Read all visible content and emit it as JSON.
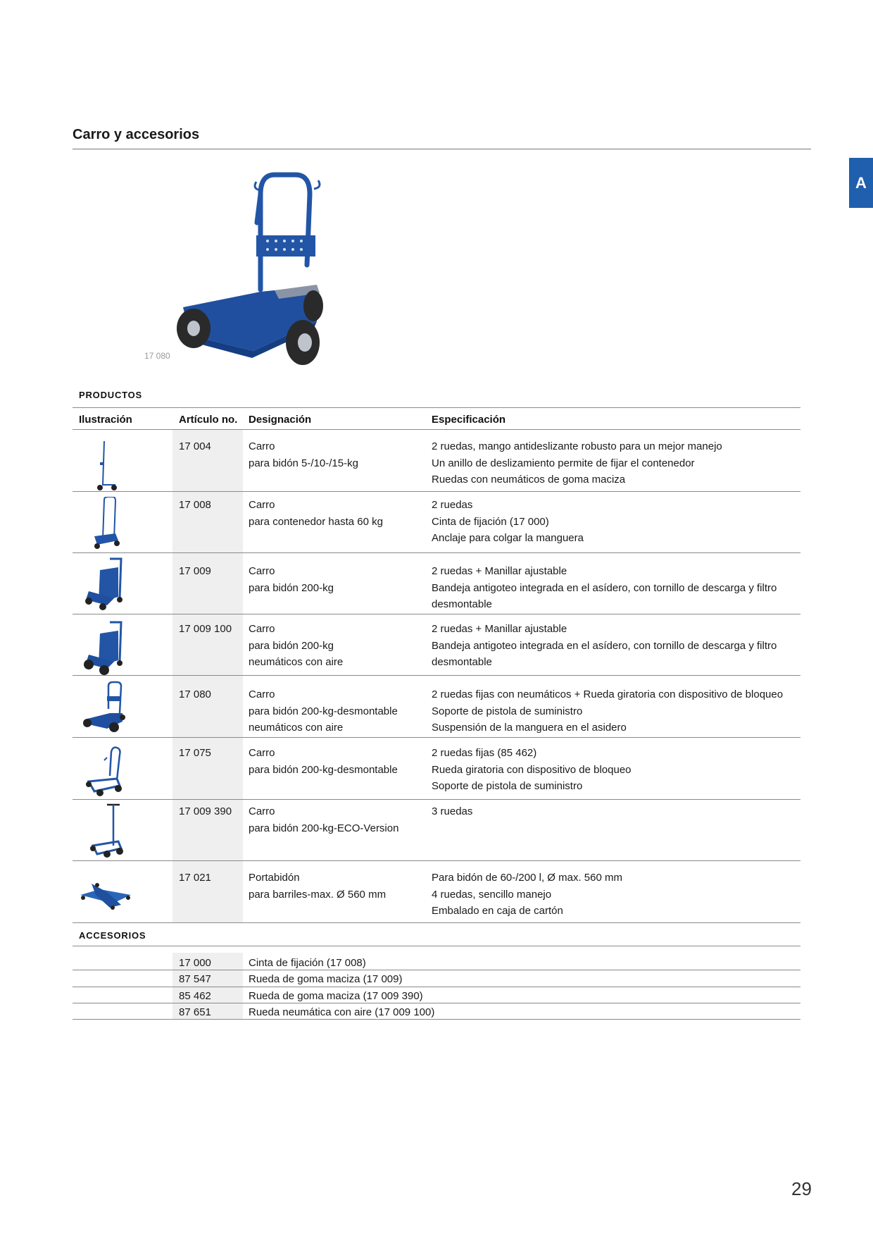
{
  "page": {
    "title": "Carro y accesorios",
    "side_tab": "A",
    "hero_caption": "17 080",
    "page_number": "29"
  },
  "products": {
    "section_label": "PRODUCTOS",
    "headers": [
      "Ilustración",
      "Artículo no.",
      "Designación",
      "Especificación"
    ],
    "rows": [
      {
        "article": "17 004",
        "designation": [
          "Carro",
          "para bidón 5-/10-/15-kg"
        ],
        "spec": [
          "2 ruedas, mango antideslizante robusto para un mejor manejo",
          "Un anillo de deslizamiento permite de fijar el contenedor",
          "Ruedas con neumáticos de goma maciza"
        ],
        "icon": "hand-truck-small-icon"
      },
      {
        "article": "17 008",
        "designation": [
          "Carro",
          "para contenedor hasta 60 kg"
        ],
        "spec": [
          "2 ruedas",
          "Cinta de fijación (17 000)",
          "Anclaje para colgar la manguera"
        ],
        "icon": "hand-truck-container-icon"
      },
      {
        "article": "17 009",
        "designation": [
          "Carro",
          "para bidón 200-kg"
        ],
        "spec": [
          "2 ruedas + Manillar ajustable",
          "Bandeja antigoteo integrada en el asídero, con tornillo de descarga y filtro",
          "desmontable"
        ],
        "icon": "drum-trolley-icon"
      },
      {
        "article": "17 009 100",
        "designation": [
          "Carro",
          "para bidón 200-kg",
          "neumáticos con aire"
        ],
        "spec": [
          "2 ruedas + Manillar ajustable",
          "Bandeja antigoteo integrada en el asídero, con tornillo de descarga y filtro",
          "desmontable"
        ],
        "icon": "drum-trolley-air-icon"
      },
      {
        "article": "17 080",
        "designation": [
          "Carro",
          "para bidón 200-kg-desmontable",
          "neumáticos con aire"
        ],
        "spec": [
          "2 ruedas fijas con neumáticos + Rueda giratoria con dispositivo de bloqueo",
          "Soporte de pistola de suministro",
          "Suspensión de la manguera en el asidero"
        ],
        "icon": "three-wheel-trolley-icon"
      },
      {
        "article": "17 075",
        "designation": [
          "Carro",
          "para bidón 200-kg-desmontable"
        ],
        "spec": [
          "2 ruedas fijas (85 462)",
          "Rueda giratoria con dispositivo de bloqueo",
          "Soporte de pistola de suministro"
        ],
        "icon": "frame-trolley-icon"
      },
      {
        "article": "17 009 390",
        "designation": [
          "Carro",
          "para bidón 200-kg-ECO-Version"
        ],
        "spec": [
          "3 ruedas"
        ],
        "icon": "eco-trolley-icon"
      },
      {
        "article": "17 021",
        "designation": [
          "Portabidón",
          "para barriles-max. Ø 560 mm"
        ],
        "spec": [
          "Para bidón de 60-/200 l, Ø max. 560 mm",
          "4 ruedas, sencillo manejo",
          "Embalado en caja de cartón"
        ],
        "icon": "drum-dolly-icon"
      }
    ]
  },
  "accessories": {
    "section_label": "ACCESORIOS",
    "rows": [
      {
        "article": "17 000",
        "designation": "Cinta de fijación (17 008)"
      },
      {
        "article": "87 547",
        "designation": "Rueda de goma maciza (17 009)"
      },
      {
        "article": "85 462",
        "designation": "Rueda de goma maciza (17 009 390)"
      },
      {
        "article": "87 651",
        "designation": "Rueda neumática con aire (17 009 100)"
      }
    ]
  },
  "colors": {
    "accent": "#1f5fae",
    "product_blue": "#2255a6",
    "grey_column": "#efefef"
  }
}
